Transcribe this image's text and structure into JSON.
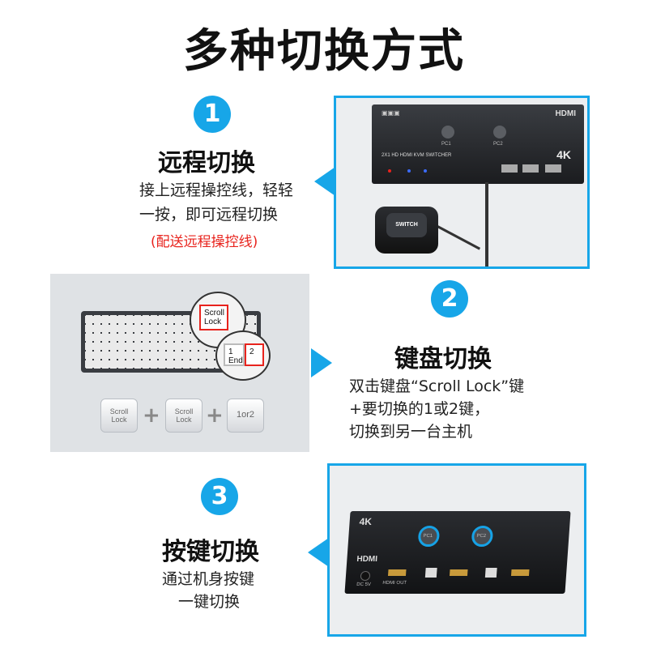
{
  "page_title": "多种切换方式",
  "modes": [
    {
      "number": "1",
      "title": "远程切换",
      "desc_lines": [
        "接上远程操控线，轻轻",
        "一按，即可远程切换"
      ],
      "note": "(配送远程操控线)"
    },
    {
      "number": "2",
      "title": "键盘切换",
      "desc_lines": [
        "双击键盘“Scroll Lock”键",
        "+要切换的1或2键，",
        "切换到另一台主机"
      ]
    },
    {
      "number": "3",
      "title": "按键切换",
      "desc_lines": [
        "通过机身按键",
        "一键切换"
      ]
    }
  ],
  "device1": {
    "brand_lbl": "HDMI",
    "k4": "4K",
    "pc1": "PC1",
    "pc2": "PC2",
    "model": "2X1 HD HDMI KVM SWITCHER",
    "remote_label": "SWITCH"
  },
  "keyboard": {
    "scroll_lock": "Scroll Lock",
    "key1_top": "1",
    "key1_bottom": "End",
    "key2": "2",
    "combo": [
      {
        "line1": "Scroll",
        "line2": "Lock"
      },
      {
        "line1": "Scroll",
        "line2": "Lock"
      },
      {
        "line1": "1or2",
        "line2": ""
      }
    ],
    "plus": "+"
  },
  "device3": {
    "k4": "4K",
    "brand_lbl": "HDMI",
    "pc1": "PC1",
    "pc2": "PC2",
    "hdmi_out": "HDMI OUT",
    "dc": "DC 5V"
  },
  "colors": {
    "accent": "#17a6e8",
    "note_red": "#e8231d"
  }
}
